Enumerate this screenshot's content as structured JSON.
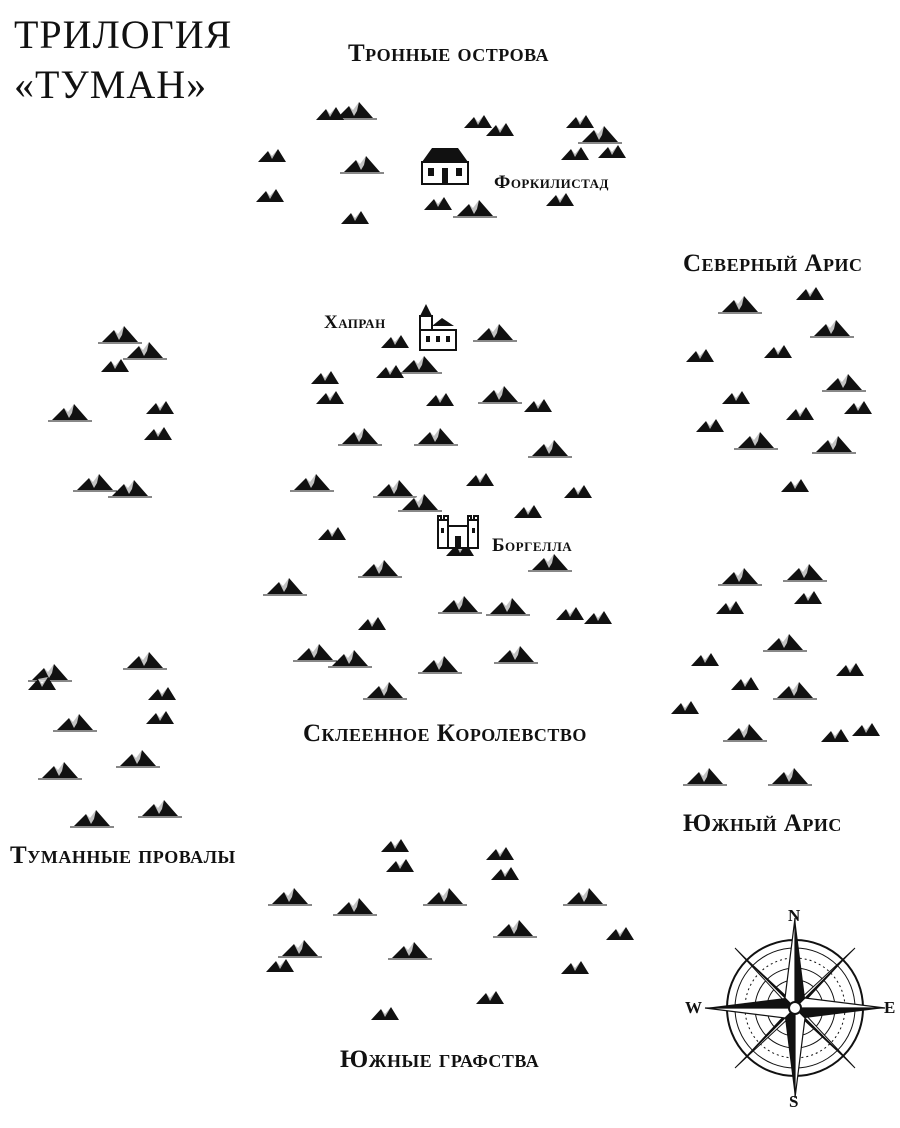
{
  "title": {
    "line1": "ТРИЛОГИЯ",
    "line2": "«ТУМАН»"
  },
  "regions": {
    "tronnye": "Тронные острова",
    "severny_aris": "Северный Арис",
    "skleennoe": "Склеенное Королевство",
    "yuzhny_aris": "Южный Арис",
    "tumannye": "Туманные провалы",
    "yuzhnye_grafstva": "Южные графства"
  },
  "cities": {
    "forkilistad": "Форкилистад",
    "khapran": "Хапран",
    "borgella": "Боргелла"
  },
  "compass": {
    "n": "N",
    "s": "S",
    "e": "E",
    "w": "W"
  },
  "colors": {
    "ink": "#111111",
    "paper": "#ffffff"
  }
}
